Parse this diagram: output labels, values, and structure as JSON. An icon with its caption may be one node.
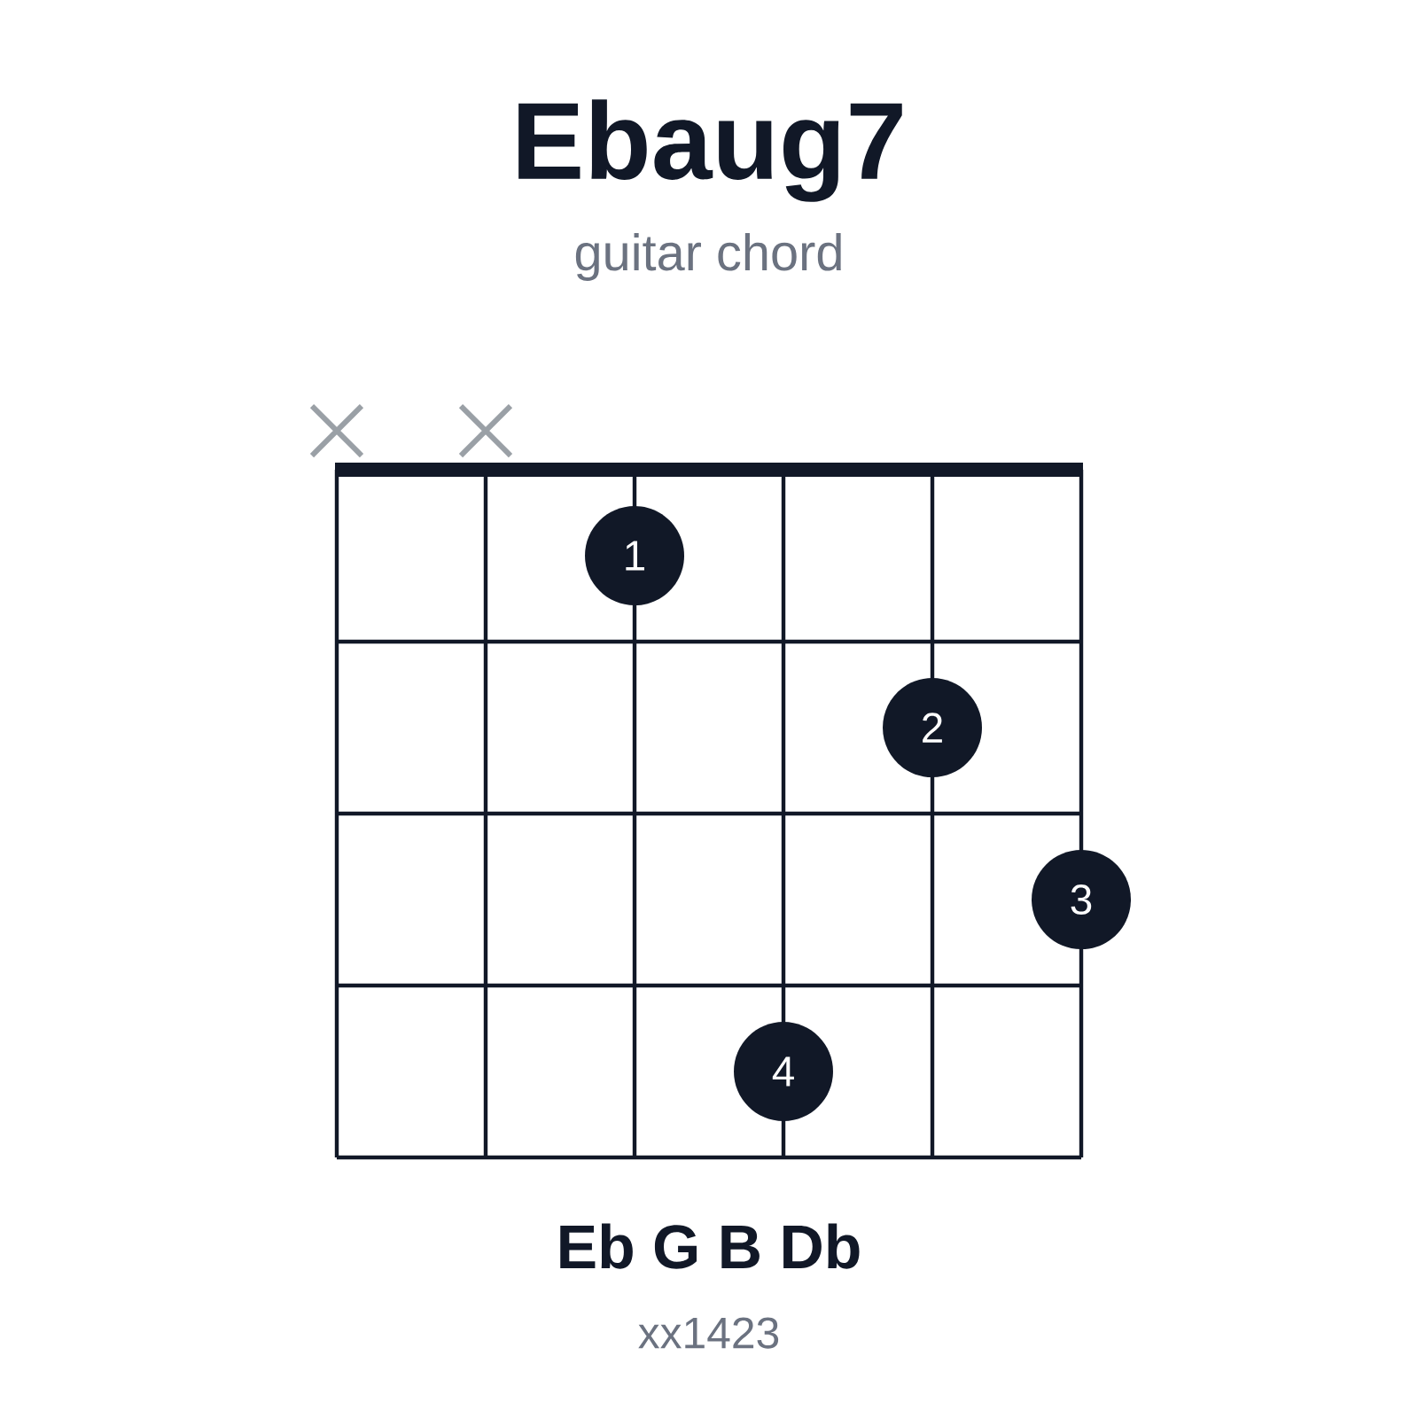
{
  "diagram": {
    "title": "Ebaug7",
    "nodes": [
      {
        "text": [
          "1"
        ]
      },
      {
        "text": [
          "2"
        ]
      },
      {
        "text": [
          "3"
        ]
      },
      {
        "text": [
          "4"
        ]
      }
    ],
    "labels": [
      "guitar chord",
      "Eb G B Db",
      "xx1423"
    ]
  }
}
